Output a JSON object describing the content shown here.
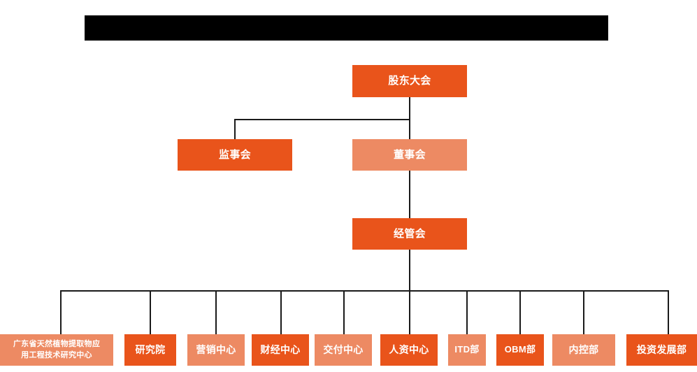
{
  "chart_data": {
    "type": "diagram",
    "title": "",
    "diagram_kind": "organizational-chart",
    "orientation": "top-down",
    "colors": {
      "dark_orange": "#E9541B",
      "light_orange": "#ED8A63",
      "connector": "#1a1a1a",
      "redaction": "#000000",
      "background": "#ffffff",
      "node_text": "#ffffff"
    },
    "levels": [
      {
        "level": 1,
        "nodes": [
          "股东大会"
        ]
      },
      {
        "level": 2,
        "nodes": [
          "监事会",
          "董事会"
        ]
      },
      {
        "level": 3,
        "nodes": [
          "经管会"
        ]
      },
      {
        "level": 4,
        "nodes": [
          "广东省天然植物提取物应用工程技术研究中心",
          "研究院",
          "营销中心",
          "财经中心",
          "交付中心",
          "人资中心",
          "ITD部",
          "OBM部",
          "内控部",
          "投资发展部"
        ]
      }
    ],
    "edges": [
      {
        "from": "股东大会",
        "to": "监事会"
      },
      {
        "from": "股东大会",
        "to": "董事会"
      },
      {
        "from": "董事会",
        "to": "经管会"
      },
      {
        "from": "经管会",
        "to": "广东省天然植物提取物应用工程技术研究中心"
      },
      {
        "from": "经管会",
        "to": "研究院"
      },
      {
        "from": "经管会",
        "to": "营销中心"
      },
      {
        "from": "经管会",
        "to": "财经中心"
      },
      {
        "from": "经管会",
        "to": "交付中心"
      },
      {
        "from": "经管会",
        "to": "人资中心"
      },
      {
        "from": "经管会",
        "to": "ITD部"
      },
      {
        "from": "经管会",
        "to": "OBM部"
      },
      {
        "from": "经管会",
        "to": "内控部"
      },
      {
        "from": "经管会",
        "to": "投资发展部"
      }
    ]
  },
  "redaction": {
    "label": "redacted-title-bar"
  },
  "nodes": {
    "shareholders_meeting": {
      "label": "股东大会"
    },
    "board_of_supervisors": {
      "label": "监事会"
    },
    "board_of_directors": {
      "label": "董事会"
    },
    "management_committee": {
      "label": "经管会"
    },
    "dept_01": {
      "label": "广东省天然植物提取物应\n用工程技术研究中心"
    },
    "dept_02": {
      "label": "研究院"
    },
    "dept_03": {
      "label": "营销中心"
    },
    "dept_04": {
      "label": "财经中心"
    },
    "dept_05": {
      "label": "交付中心"
    },
    "dept_06": {
      "label": "人资中心"
    },
    "dept_07": {
      "label": "ITD部"
    },
    "dept_08": {
      "label": "OBM部"
    },
    "dept_09": {
      "label": "内控部"
    },
    "dept_10": {
      "label": "投资发展部"
    }
  }
}
